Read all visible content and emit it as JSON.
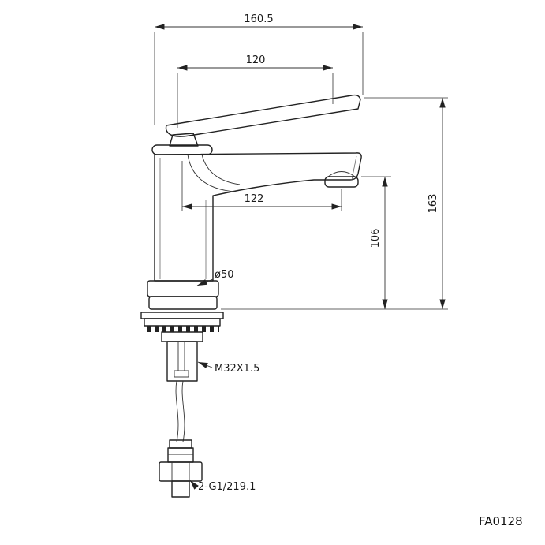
{
  "part_number": "FA0128",
  "dims": {
    "overall_width": "160.5",
    "handle_length": "120",
    "spout_reach": "122",
    "overall_height": "163",
    "outlet_height": "106",
    "body_diameter": "ø50",
    "mounting_thread": "M32X1.5",
    "inlet_spec": "2-G1/219.1"
  },
  "colors": {
    "line": "#222222",
    "dimension": "#333333",
    "background": "#ffffff"
  }
}
